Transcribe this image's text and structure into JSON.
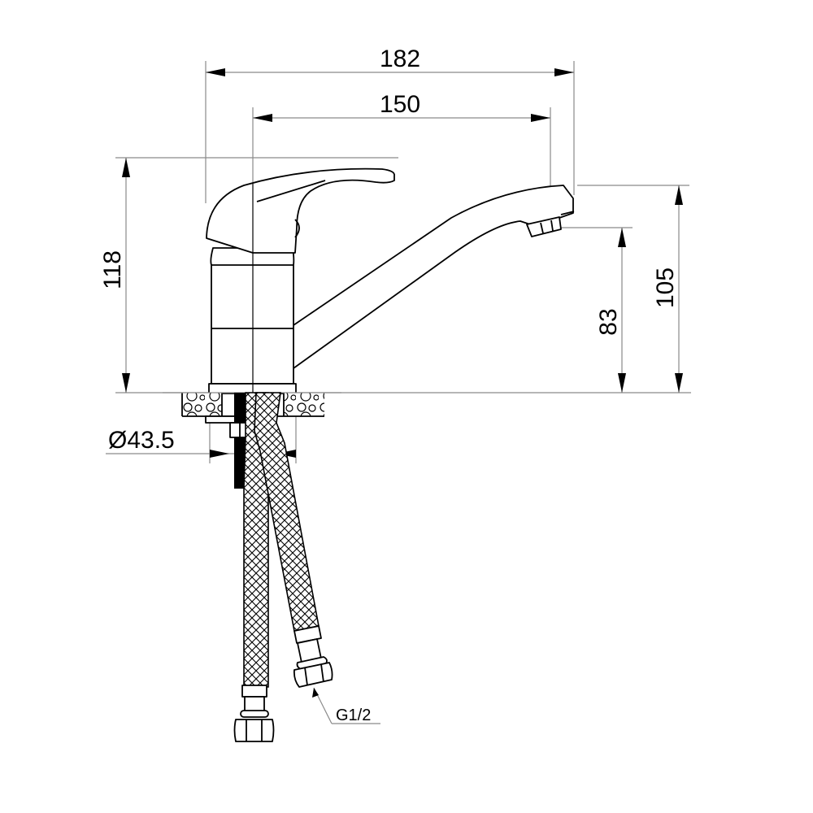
{
  "drawing": {
    "subject": "Single-lever faucet side view",
    "units": "mm",
    "line_color": "#000000",
    "dimension_line_color": "#8a8a8a",
    "background": "#ffffff"
  },
  "dimensions": {
    "overall_length": {
      "value": "182",
      "orientation": "horizontal"
    },
    "spout_reach": {
      "value": "150",
      "orientation": "horizontal"
    },
    "overall_height": {
      "value": "118",
      "orientation": "vertical"
    },
    "spout_outlet_height": {
      "value": "83",
      "orientation": "vertical"
    },
    "spout_top_height": {
      "value": "105",
      "orientation": "vertical"
    },
    "base_diameter": {
      "value": "Ø43.5",
      "orientation": "horizontal"
    }
  },
  "callouts": {
    "hose_thread": {
      "label": "G1/2"
    }
  }
}
